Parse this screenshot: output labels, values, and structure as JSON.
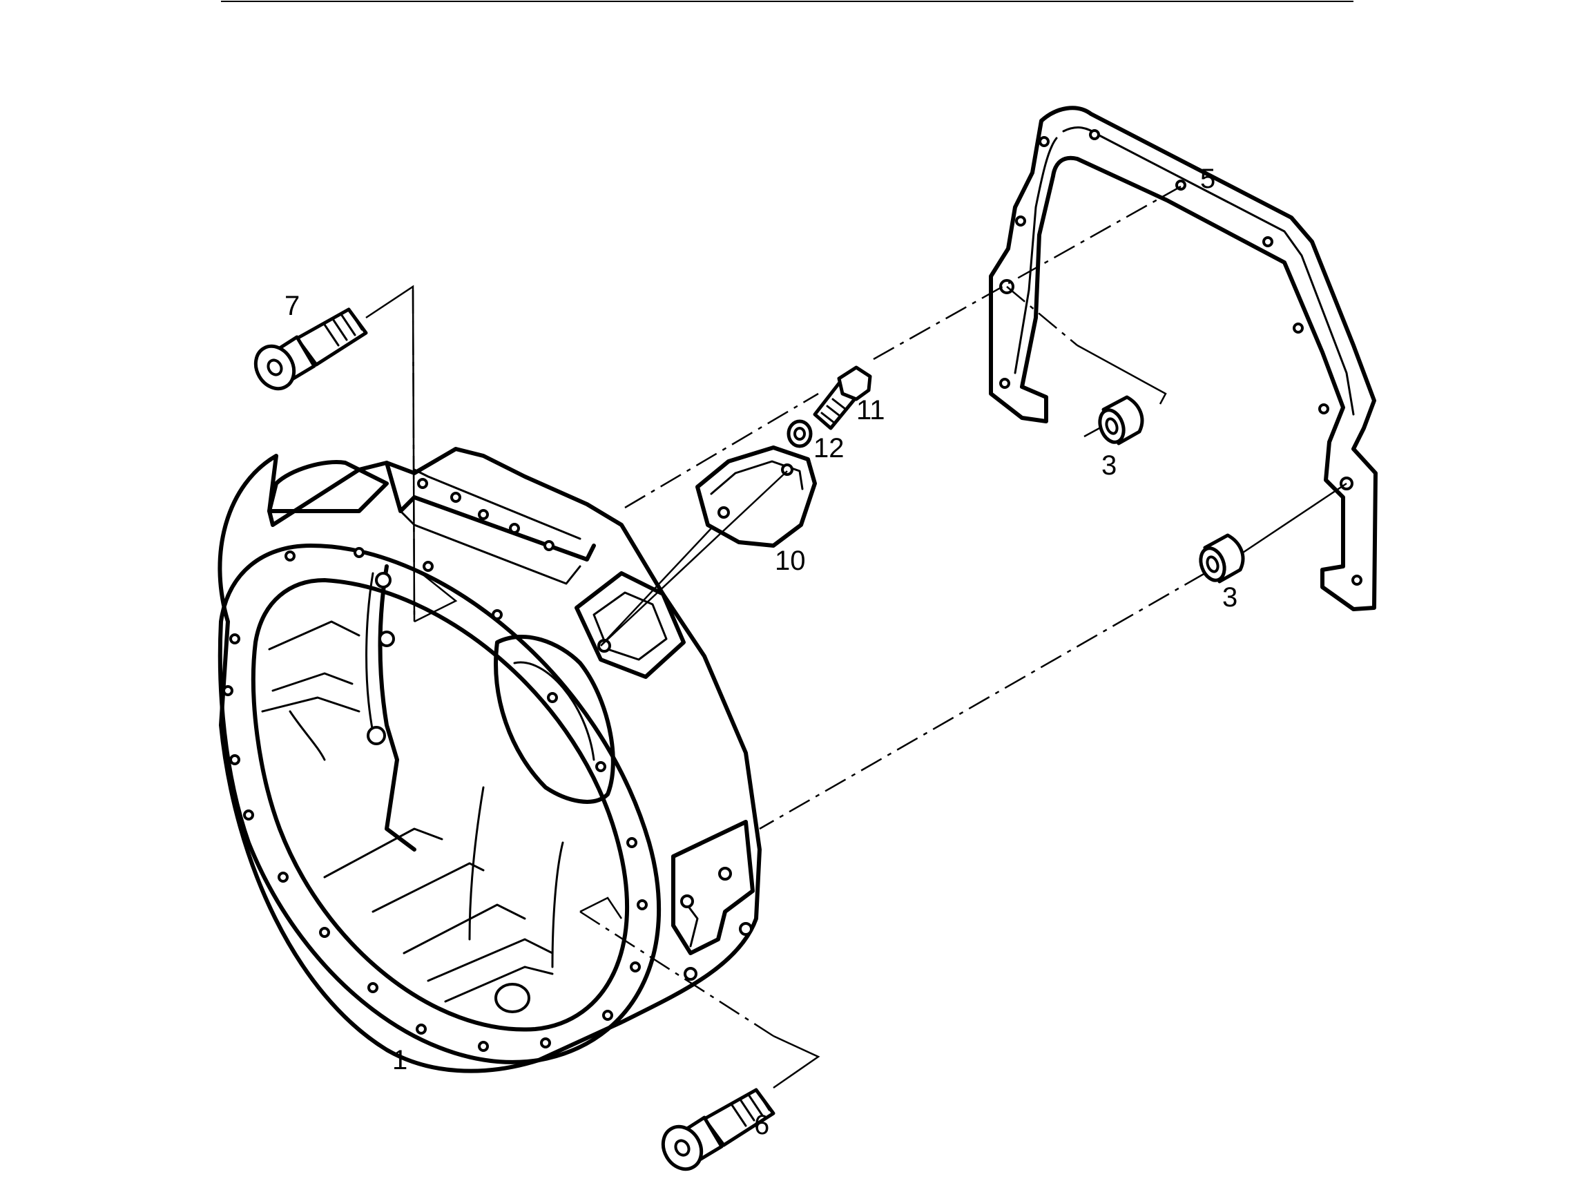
{
  "callouts": {
    "housing": "1",
    "spacer_upper": "3",
    "spacer_lower": "3",
    "gasket": "5",
    "screw_lower": "6",
    "screw_upper": "7",
    "cover_plate": "10",
    "bolt": "11",
    "washer": "12"
  },
  "colors": {
    "line": "#000000",
    "background": "#ffffff"
  }
}
